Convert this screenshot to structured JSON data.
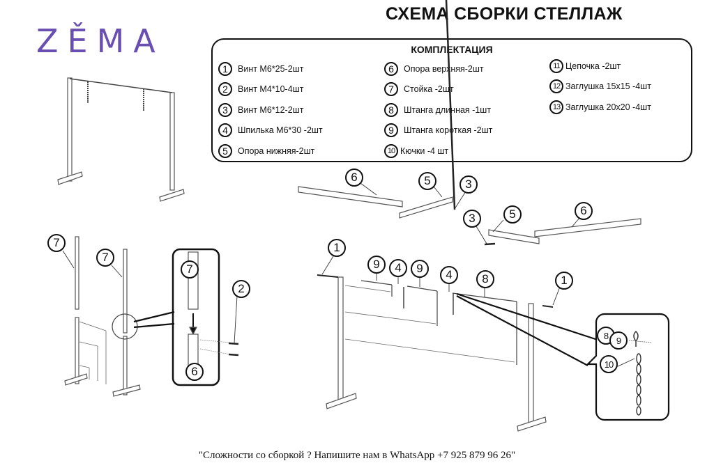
{
  "brand": {
    "logo_text": "ZĚMA",
    "color": "#6a4fb3"
  },
  "title": "СХЕМА СБОРКИ СТЕЛЛАЖ",
  "kit": {
    "title": "КОМПЛЕКТАЦИЯ",
    "columns": [
      [
        {
          "num": "1",
          "label": "Винт М6*25-2шт"
        },
        {
          "num": "2",
          "label": "Винт М4*10-4шт"
        },
        {
          "num": "3",
          "label": "Винт М6*12-2шт"
        },
        {
          "num": "4",
          "label": "Шпилька М6*30 -2шт"
        },
        {
          "num": "5",
          "label": "Опора нижняя-2шт"
        }
      ],
      [
        {
          "num": "6",
          "label": "Опора верхняя-2шт"
        },
        {
          "num": "7",
          "label": "Стойка -2шт"
        },
        {
          "num": "8",
          "label": "Штанга длинная -1шт"
        },
        {
          "num": "9",
          "label": "Штанга короткая -2шт"
        },
        {
          "num": "10",
          "label": "Кючки -4 шт"
        }
      ],
      [
        {
          "num": "11",
          "label": "Цепочка -2шт"
        },
        {
          "num": "12",
          "label": "Заглушка 15х15 -4шт"
        },
        {
          "num": "13",
          "label": "Заглушка 20х20 -4шт"
        }
      ]
    ]
  },
  "callouts": {
    "top_left_6": "6",
    "top_left_5": "5",
    "top_left_3": "3",
    "top_right_3": "3",
    "top_right_5": "5",
    "top_right_6": "6",
    "left_7a": "7",
    "left_7b": "7",
    "detail_7": "7",
    "detail_6": "6",
    "screw_2": "2",
    "main_1_left": "1",
    "main_9a": "9",
    "main_4a": "4",
    "main_9b": "9",
    "main_4b": "4",
    "main_8": "8",
    "main_1_right": "1",
    "hook_8": "8",
    "hook_9": "9",
    "hook_10": "10"
  },
  "footer": "\"Сложности со сборкой ? Напишите нам в WhatsApp  +7 925 879 96 26\""
}
